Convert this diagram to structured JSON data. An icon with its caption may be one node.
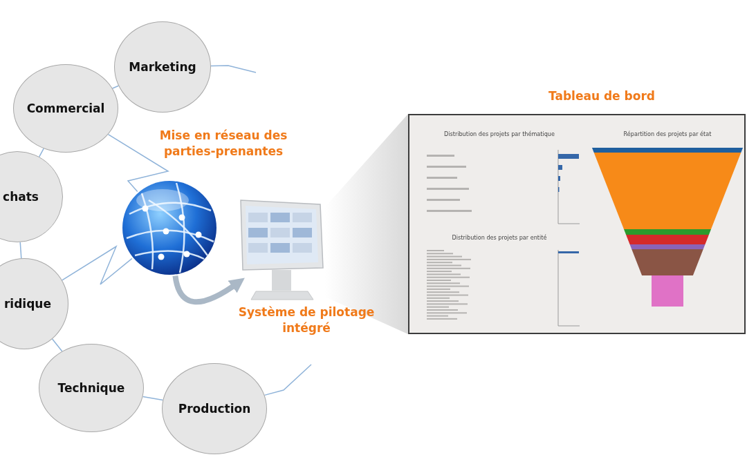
{
  "diagram": {
    "nodes": [
      {
        "text": [
          "Marketing"
        ]
      },
      {
        "text": [
          "Commercial"
        ]
      },
      {
        "text": [
          "chats"
        ]
      },
      {
        "text": [
          "ridique"
        ]
      },
      {
        "text": [
          "Technique"
        ]
      },
      {
        "text": [
          "Production"
        ]
      },
      {
        "text": [],
        "shape": "picture",
        "beside": [
          "Mise en réseau des parties-prenantes"
        ]
      },
      {
        "text": [],
        "shape": "picture",
        "beside": [
          "Système de pilotage intégré"
        ]
      },
      {
        "text": [
          "Tableau de bord"
        ]
      },
      {
        "text": [
          "Distribution des projets par thématique"
        ],
        "in": 8
      },
      {
        "text": [
          "Distribution des projets par entité"
        ],
        "in": 8
      },
      {
        "text": [
          "Répartition des projets par état"
        ],
        "in": 8
      }
    ],
    "edges": [
      {
        "from": 0,
        "to": 1,
        "arrow": "none"
      },
      {
        "from": 1,
        "to": 2,
        "arrow": "none"
      },
      {
        "from": 2,
        "to": 3,
        "arrow": "none"
      },
      {
        "from": 3,
        "to": 4,
        "arrow": "none"
      },
      {
        "from": 4,
        "to": 5,
        "arrow": "none"
      },
      {
        "from": 0,
        "to": null,
        "arrow": "none"
      },
      {
        "from": 5,
        "to": null,
        "arrow": "none"
      },
      {
        "from": 1,
        "to": 6,
        "arrow": "none"
      },
      {
        "from": 3,
        "to": 6,
        "arrow": "none"
      },
      {
        "from": 6,
        "to": 7,
        "arrow": "to",
        "style": "thick",
        "color": "#aab8c6"
      },
      {
        "from": 7,
        "to": 8,
        "arrow": "none",
        "style": "thick",
        "color": "#d9d9d9"
      }
    ]
  }
}
